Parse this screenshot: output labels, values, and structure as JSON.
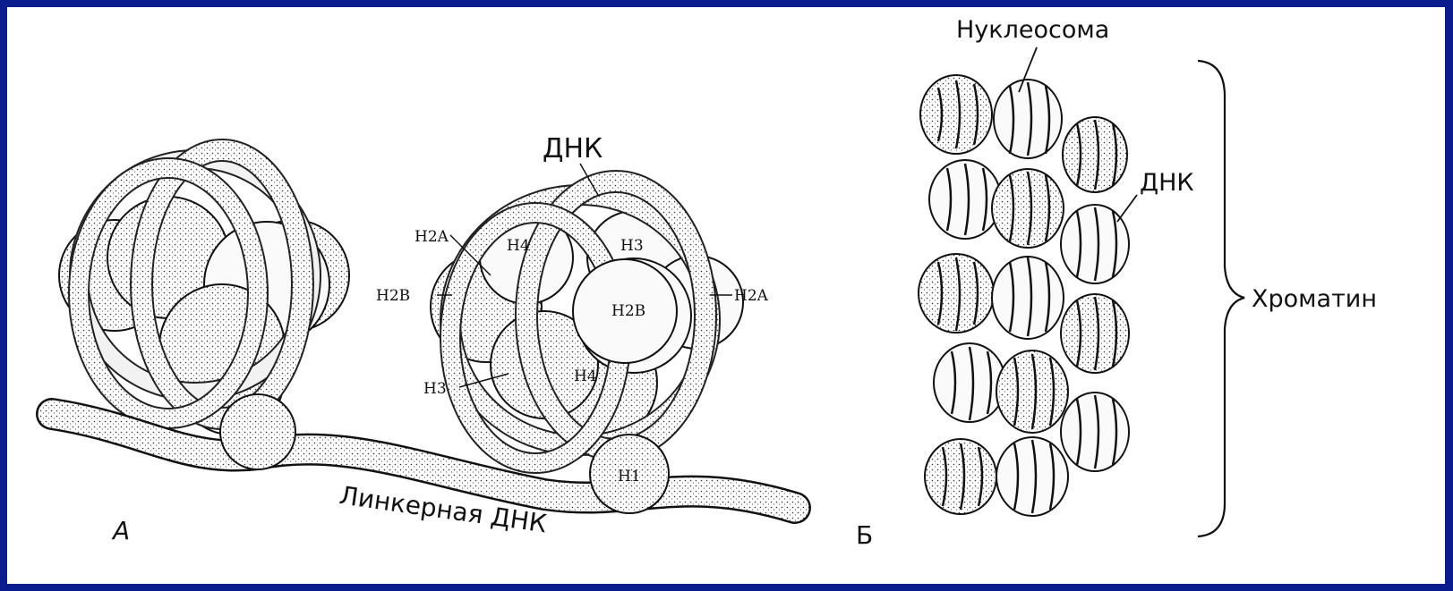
{
  "panel_a": {
    "letter": "А",
    "dna_label": "ДНК",
    "linker_label": "Линкерная ДНК",
    "histones": {
      "h2a_left": "H2A",
      "h4_top": "H4",
      "h3_top": "H3",
      "h2b_left": "H2B",
      "h2b_center": "H2B",
      "h2a_right": "H2A",
      "h3_bottom": "H3",
      "h4_bottom": "H4",
      "h1": "H1"
    }
  },
  "panel_b": {
    "letter": "Б",
    "nucleosome_label": "Нуклеосома",
    "dna_label": "ДНК",
    "chromatin_label": "Хроматин"
  },
  "colors": {
    "frame": "#0b1c8f",
    "background": "#ffffff",
    "ink": "#111111"
  }
}
